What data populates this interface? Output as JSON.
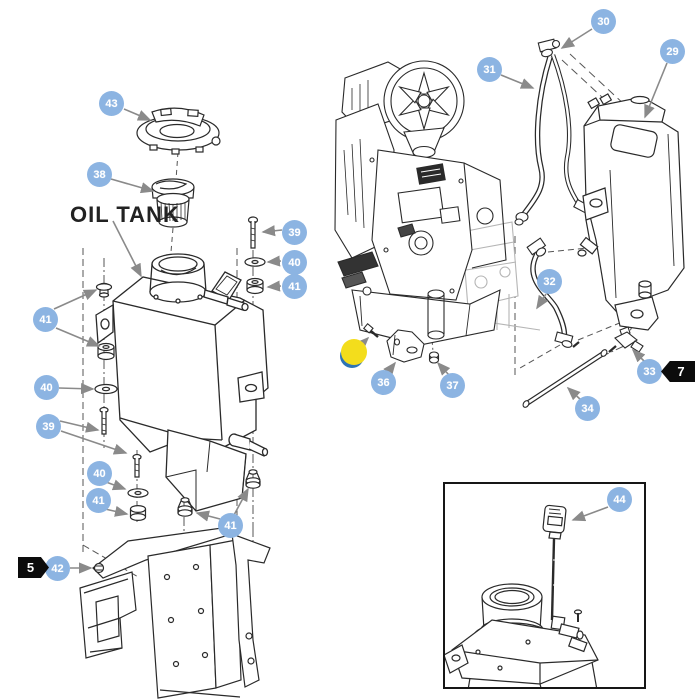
{
  "labels": {
    "oil_tank": "OIL TANK"
  },
  "callouts": [
    {
      "label": "43"
    },
    {
      "label": "38"
    },
    {
      "label": "39"
    },
    {
      "label": "40"
    },
    {
      "label": "41"
    },
    {
      "label": "41"
    },
    {
      "label": "40"
    },
    {
      "label": "39"
    },
    {
      "label": "40"
    },
    {
      "label": "41"
    },
    {
      "label": "41"
    },
    {
      "label": "42"
    },
    {
      "label": "30"
    },
    {
      "label": "31"
    },
    {
      "label": "29"
    },
    {
      "label": "32"
    },
    {
      "label": "33"
    },
    {
      "label": "34"
    },
    {
      "label": "36"
    },
    {
      "label": "37"
    },
    {
      "label": "44"
    }
  ],
  "tags": {
    "tag5": "5",
    "tag7": "7"
  },
  "colors": {
    "callout_fill": "#8CB4E2",
    "callout_text": "#FFFFFF",
    "tag_fill": "#0C0C0C",
    "tag_text": "#FFFFFF",
    "highlight_yellow": "#F3DD1C",
    "highlight_blue": "#2E74B5",
    "line_art": "#2A2A2A",
    "arrow": "#8A8A8A"
  }
}
